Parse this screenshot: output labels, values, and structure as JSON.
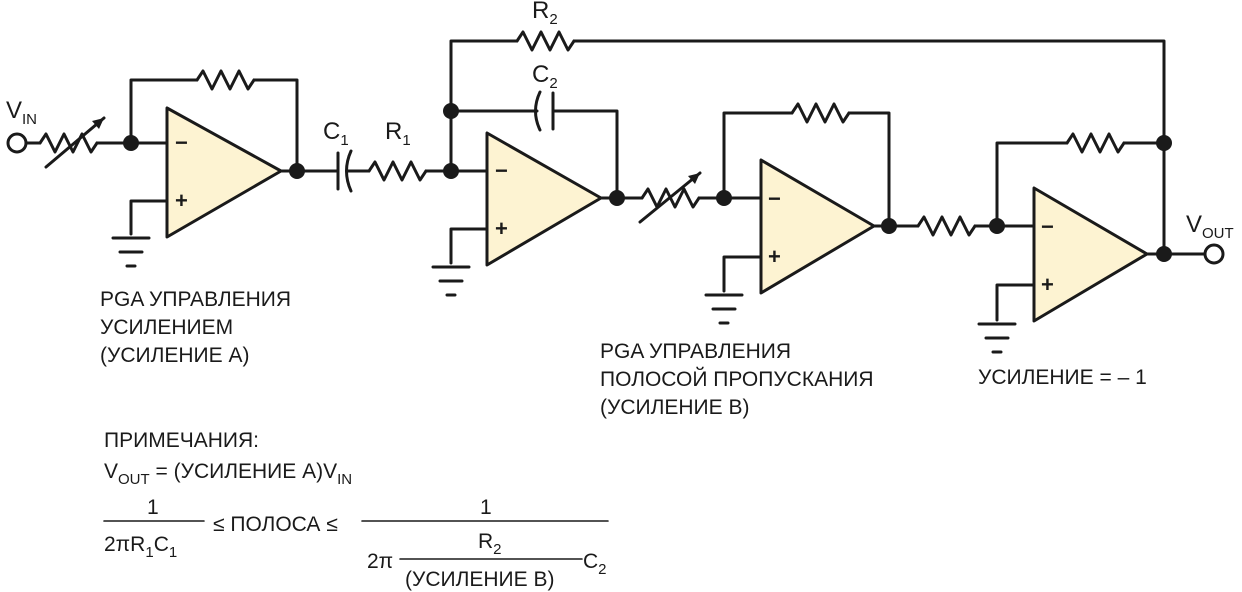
{
  "labels": {
    "vin": "V",
    "vin_sub": "IN",
    "vout": "V",
    "vout_sub": "OUT",
    "r1": "R",
    "r1_sub": "1",
    "r2": "R",
    "r2_sub": "2",
    "c1": "C",
    "c1_sub": "1",
    "c2": "C",
    "c2_sub": "2",
    "minus": "−",
    "plus": "+"
  },
  "captions": {
    "pga_gain": [
      "PGA УПРАВЛЕНИЯ",
      "УСИЛЕНИЕМ",
      "(УСИЛЕНИЕ А)"
    ],
    "pga_band": [
      "PGA УПРАВЛЕНИЯ",
      "ПОЛОСОЙ ПРОПУСКАНИЯ",
      "(УСИЛЕНИЕ В)"
    ],
    "gain_minus_one": "УСИЛЕНИЕ = – 1"
  },
  "notes": {
    "title": "ПРИМЕЧАНИЯ:",
    "eq1_v": "V",
    "eq1_out": "OUT",
    "eq1_mid": " = (УСИЛЕНИЕ А)V",
    "eq1_in": "IN",
    "f1_num": "1",
    "f1_den_a": "2πR",
    "f1_den_b": "1",
    "f1_den_c": "C",
    "f1_den_d": "1",
    "mid": "≤ ПОЛОСА ≤",
    "f2_num": "1",
    "f2_2pi": "2π",
    "f2_inner_num_a": "R",
    "f2_inner_num_b": "2",
    "f2_inner_den": "(УСИЛЕНИЕ В)",
    "f2_c": "C",
    "f2_c_sub": "2"
  },
  "colors": {
    "amp_fill": "#fdf3d2",
    "wire": "#1a1a1a"
  }
}
